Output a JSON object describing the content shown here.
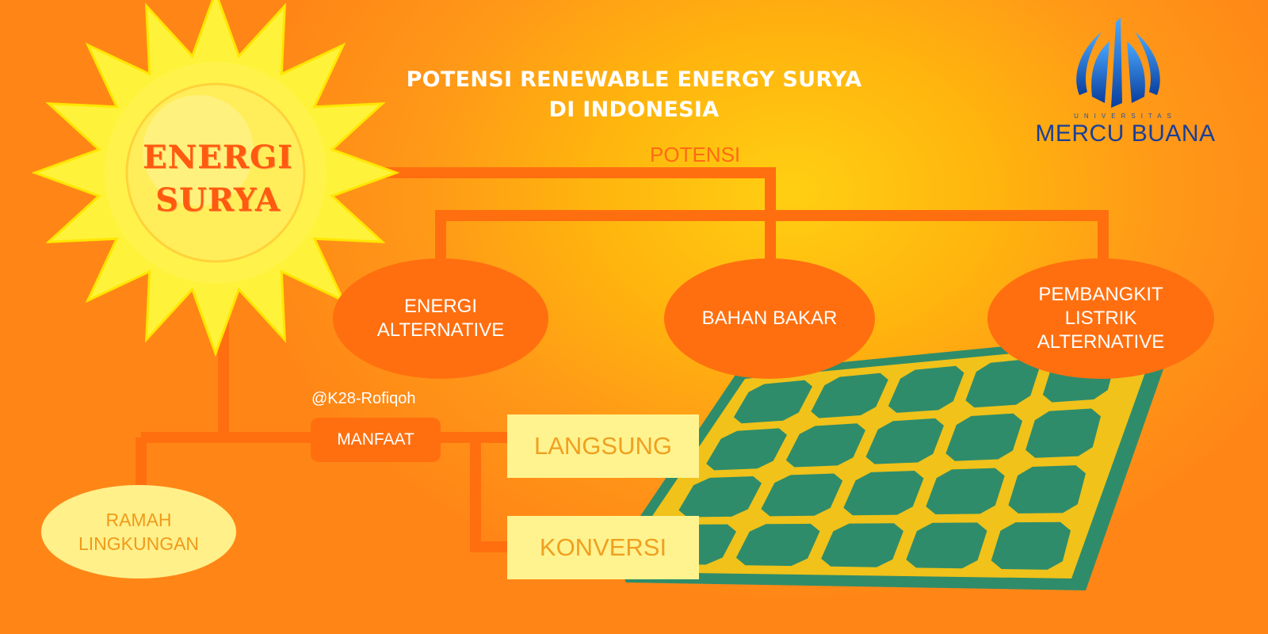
{
  "title": {
    "line1": "POTENSI RENEWABLE ENERGY SURYA",
    "line2": "DI INDONESIA"
  },
  "sun": {
    "line1": "ENERGI",
    "line2": "SURYA"
  },
  "logo": {
    "small_text": "UNIVERSITAS",
    "name": "MERCU BUANA",
    "icon": "mercu-buana-tower-icon"
  },
  "branches": {
    "potensi_label": "POTENSI",
    "manfaat_label": "MANFAAT"
  },
  "potensi_items": [
    {
      "label": "ENERGI\nALTERNATIVE"
    },
    {
      "label": "BAHAN BAKAR"
    },
    {
      "label": "PEMBANGKIT\nLISTRIK\nALTERNATIVE"
    }
  ],
  "manfaat_items": [
    {
      "label": "LANGSUNG"
    },
    {
      "label": "KONVERSI"
    }
  ],
  "ramah": {
    "label": "RAMAH\nLINGKUNGAN"
  },
  "credit": "@K28-Rofiqoh",
  "colors": {
    "connector": "#ff6f0f",
    "oval": "#ff6f0f",
    "yellow_box": "#fff38f",
    "panel_frame": "#2f8c6a",
    "panel_cell": "#2f8c6a",
    "panel_gap": "#f0c21a",
    "sun_outer": "#fff23a",
    "sun_core": "#ffee5a"
  }
}
